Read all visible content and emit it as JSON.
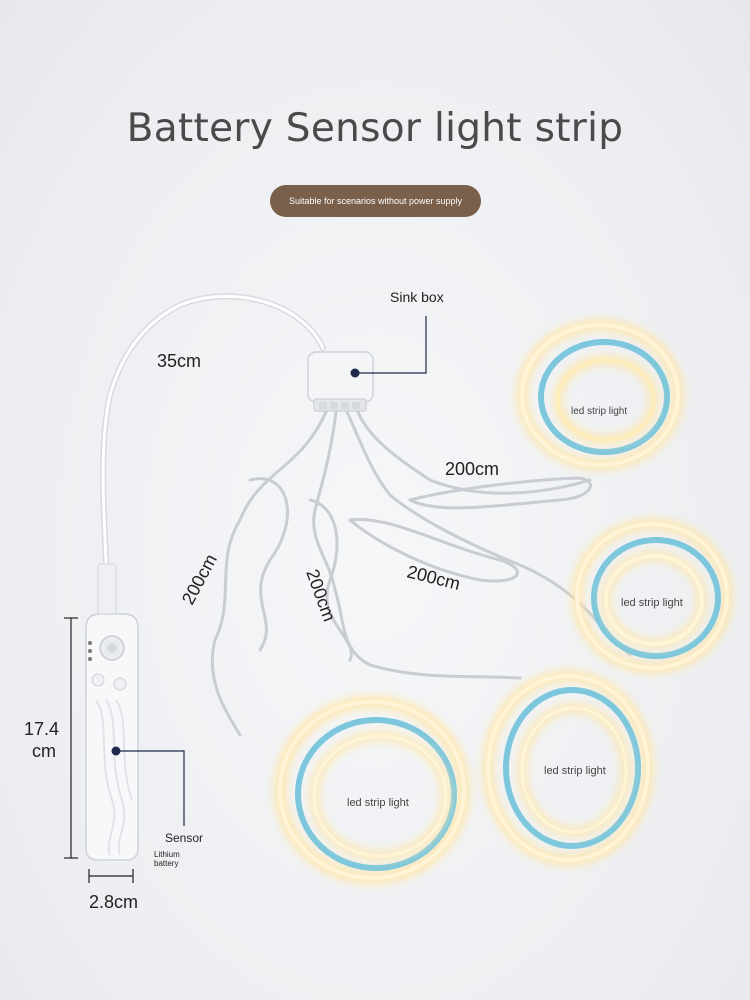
{
  "title": "Battery Sensor light strip",
  "subtitle": "Suitable for scenarios without power supply",
  "labels": {
    "sink_box": "Sink box",
    "cable_35": "35cm",
    "cable_200_a": "200cm",
    "cable_200_b": "200cm",
    "cable_200_c": "200cm",
    "cable_200_d": "200cm",
    "height_value": "17.4",
    "height_unit": "cm",
    "width": "2.8cm",
    "sensor": "Sensor",
    "battery_line1": "Lithium",
    "battery_line2": "battery",
    "strip_1": "led strip light",
    "strip_2": "led strip light",
    "strip_3": "led strip light",
    "strip_4": "led strip light"
  },
  "colors": {
    "pill_bg": "#7a5f4b",
    "leader_line": "#1f2a4a",
    "led_glow": "#ffe7a8",
    "strip_backing": "#7cc7dd"
  }
}
